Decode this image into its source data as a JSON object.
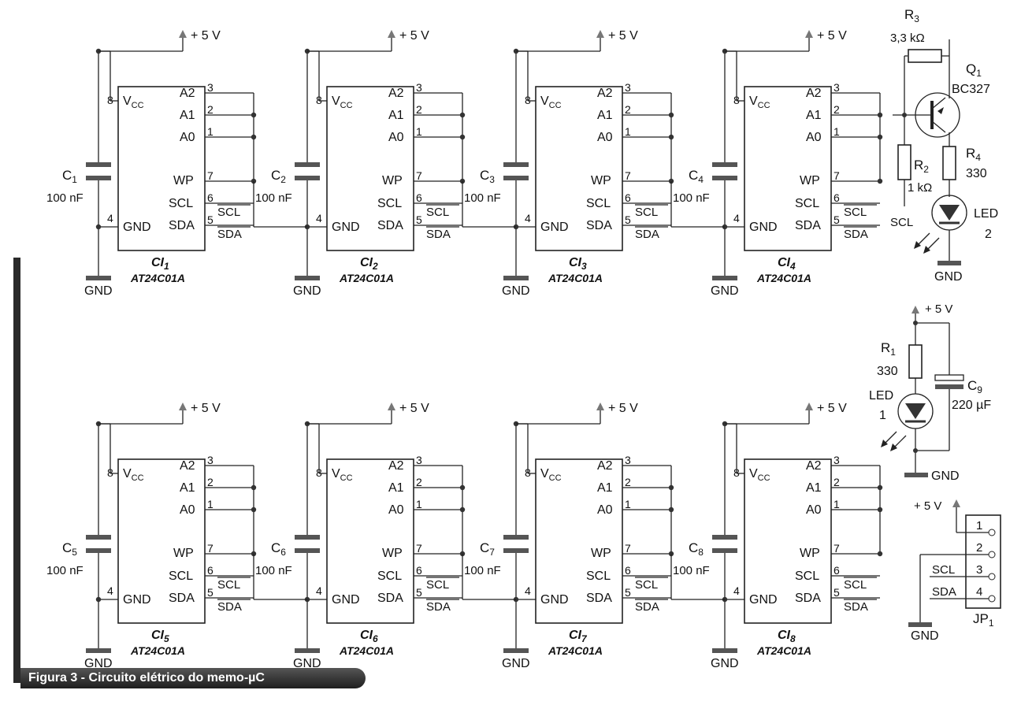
{
  "chips": [
    {
      "name": "CI",
      "sub": "1",
      "part": "AT24C01A",
      "cap": "C",
      "cap_sub": "1",
      "cap_value": "100 nF",
      "supply": "+ 5 V"
    },
    {
      "name": "CI",
      "sub": "2",
      "part": "AT24C01A",
      "cap": "C",
      "cap_sub": "2",
      "cap_value": "100 nF",
      "supply": "+ 5 V"
    },
    {
      "name": "CI",
      "sub": "3",
      "part": "AT24C01A",
      "cap": "C",
      "cap_sub": "3",
      "cap_value": "100 nF",
      "supply": "+ 5 V"
    },
    {
      "name": "CI",
      "sub": "4",
      "part": "AT24C01A",
      "cap": "C",
      "cap_sub": "4",
      "cap_value": "100 nF",
      "supply": "+ 5 V"
    },
    {
      "name": "CI",
      "sub": "5",
      "part": "AT24C01A",
      "cap": "C",
      "cap_sub": "5",
      "cap_value": "100 nF",
      "supply": "+ 5 V"
    },
    {
      "name": "CI",
      "sub": "6",
      "part": "AT24C01A",
      "cap": "C",
      "cap_sub": "6",
      "cap_value": "100 nF",
      "supply": "+ 5 V"
    },
    {
      "name": "CI",
      "sub": "7",
      "part": "AT24C01A",
      "cap": "C",
      "cap_sub": "7",
      "cap_value": "100 nF",
      "supply": "+ 5 V"
    },
    {
      "name": "CI",
      "sub": "8",
      "part": "AT24C01A",
      "cap": "C",
      "cap_sub": "8",
      "cap_value": "100 nF",
      "supply": "+ 5 V"
    }
  ],
  "pins": {
    "vcc": "V",
    "vcc_sub": "CC",
    "a2": "A2",
    "a1": "A1",
    "a0": "A0",
    "wp": "WP",
    "scl": "SCL",
    "sda": "SDA",
    "gnd": "GND",
    "n8": "8",
    "n3": "3",
    "n2": "2",
    "n1": "1",
    "n7": "7",
    "n6": "6",
    "n5": "5",
    "n4": "4"
  },
  "gnd_label": "GND",
  "supply_label": "+ 5 V",
  "r3": {
    "name": "R",
    "sub": "3",
    "value": "3,3 kΩ"
  },
  "q1": {
    "name": "Q",
    "sub": "1",
    "part": "BC327"
  },
  "r4": {
    "name": "R",
    "sub": "4",
    "value": "330"
  },
  "r2": {
    "name": "R",
    "sub": "2",
    "value": "1 kΩ"
  },
  "led2": {
    "name": "LED",
    "number": "2"
  },
  "r1": {
    "name": "R",
    "sub": "1",
    "value": "330"
  },
  "c9": {
    "name": "C",
    "sub": "9",
    "value": "220 µF"
  },
  "led1": {
    "name": "LED",
    "number": "1"
  },
  "jp1": {
    "name": "JP",
    "sub": "1",
    "pins": [
      "1",
      "2",
      "3",
      "4"
    ],
    "scl": "SCL",
    "sda": "SDA"
  },
  "bus_scl": "SCL",
  "caption": "Figura 3 - Circuito elétrico do memo-µC"
}
